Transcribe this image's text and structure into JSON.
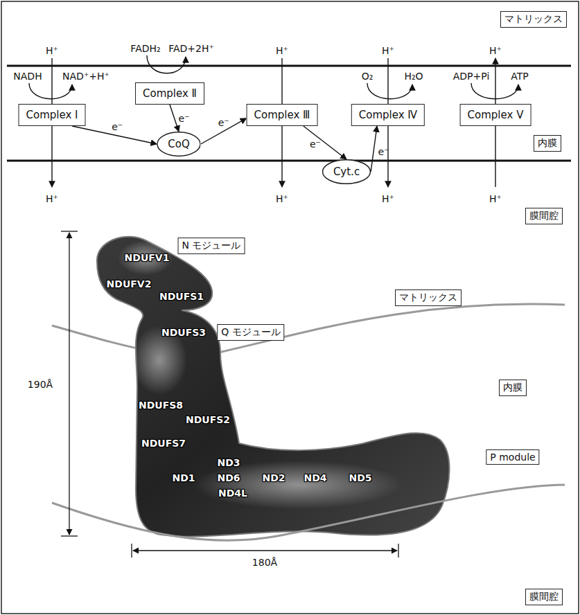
{
  "diagram": {
    "nodes": [
      {
        "text": [
          "Complex Ⅰ"
        ]
      },
      {
        "text": [
          "Complex Ⅱ"
        ]
      },
      {
        "text": [
          "Complex Ⅲ"
        ]
      },
      {
        "text": [
          "Complex Ⅳ"
        ]
      },
      {
        "text": [
          "Complex Ⅴ"
        ]
      },
      {
        "text": [
          "CoQ"
        ]
      },
      {
        "text": [
          "Cyt.c"
        ]
      },
      {
        "text": [
          "マトリックス"
        ]
      },
      {
        "text": [
          "内膜"
        ]
      },
      {
        "text": [
          "膜間腔"
        ]
      },
      {
        "text": [
          "N モジュール"
        ]
      },
      {
        "text": [
          "マトリックス"
        ]
      },
      {
        "text": [
          "Q モジュール"
        ]
      },
      {
        "text": [
          "内膜"
        ]
      },
      {
        "text": [
          "P module"
        ]
      },
      {
        "text": [
          "膜間腔"
        ]
      }
    ],
    "edges": [
      {
        "from": 0,
        "to": 5,
        "label": "e⁻",
        "arrow": "to"
      },
      {
        "from": 1,
        "to": 5,
        "label": "e⁻",
        "arrow": "to"
      },
      {
        "from": 5,
        "to": 2,
        "label": "e⁻",
        "arrow": "to"
      },
      {
        "from": 2,
        "to": 6,
        "label": "e⁻",
        "arrow": "to"
      },
      {
        "from": 6,
        "to": 3,
        "label": "e⁻",
        "arrow": "to"
      }
    ],
    "labels": [
      "H⁺",
      "NADH",
      "NAD⁺+H⁺",
      "FADH₂",
      "FAD+2H⁺",
      "H⁺",
      "O₂",
      "H₂O",
      "H⁺",
      "ADP+Pi",
      "ATP",
      "H⁺",
      "H⁺",
      "H⁺",
      "H⁺",
      "H⁺",
      "190Å",
      "180Å",
      "NDUFV1",
      "NDUFV2",
      "NDUFS1",
      "NDUFS3",
      "NDUFS8",
      "NDUFS2",
      "NDUFS7",
      "ND1",
      "ND3",
      "ND6",
      "ND4L",
      "ND2",
      "ND4",
      "ND5"
    ]
  }
}
